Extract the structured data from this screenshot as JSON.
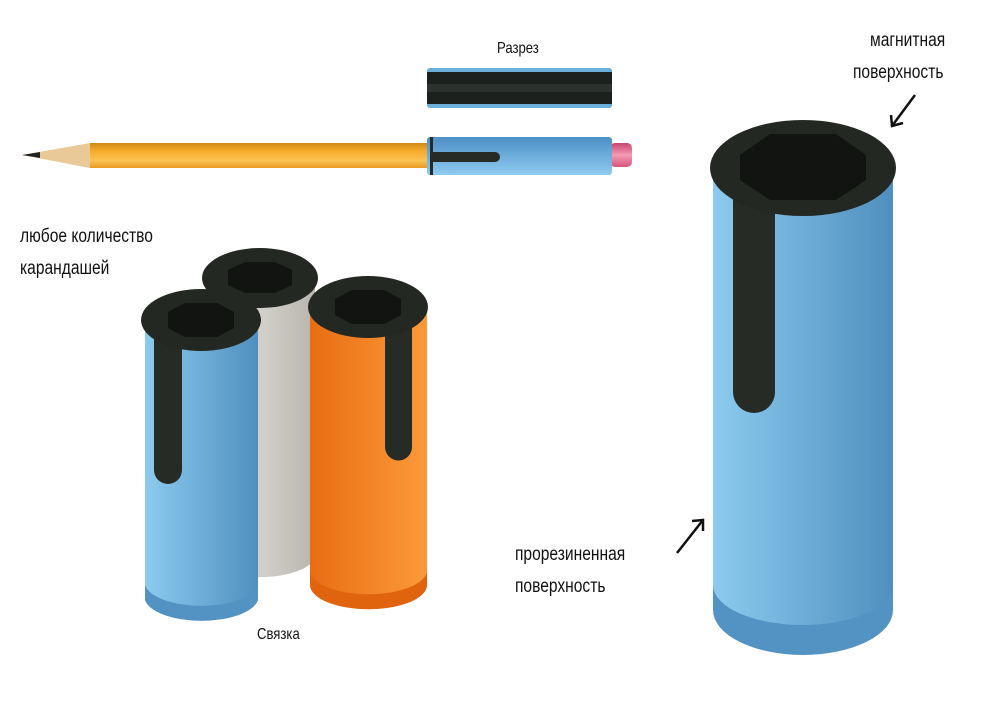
{
  "labels": {
    "section": "Разрез",
    "magnetic_1": "магнитная",
    "magnetic_2": "поверхность",
    "any_count_1": "любое количество",
    "any_count_2": "карандашей",
    "bundle": "Связка",
    "rubber_1": "прорезиненная",
    "rubber_2": "поверхность"
  },
  "colors": {
    "blue": "#6aaedb",
    "white": "#d8d5d0",
    "orange": "#f27e1c",
    "cap": "#232823",
    "pencil": "#f5a623",
    "eraser": "#e86a8a"
  }
}
